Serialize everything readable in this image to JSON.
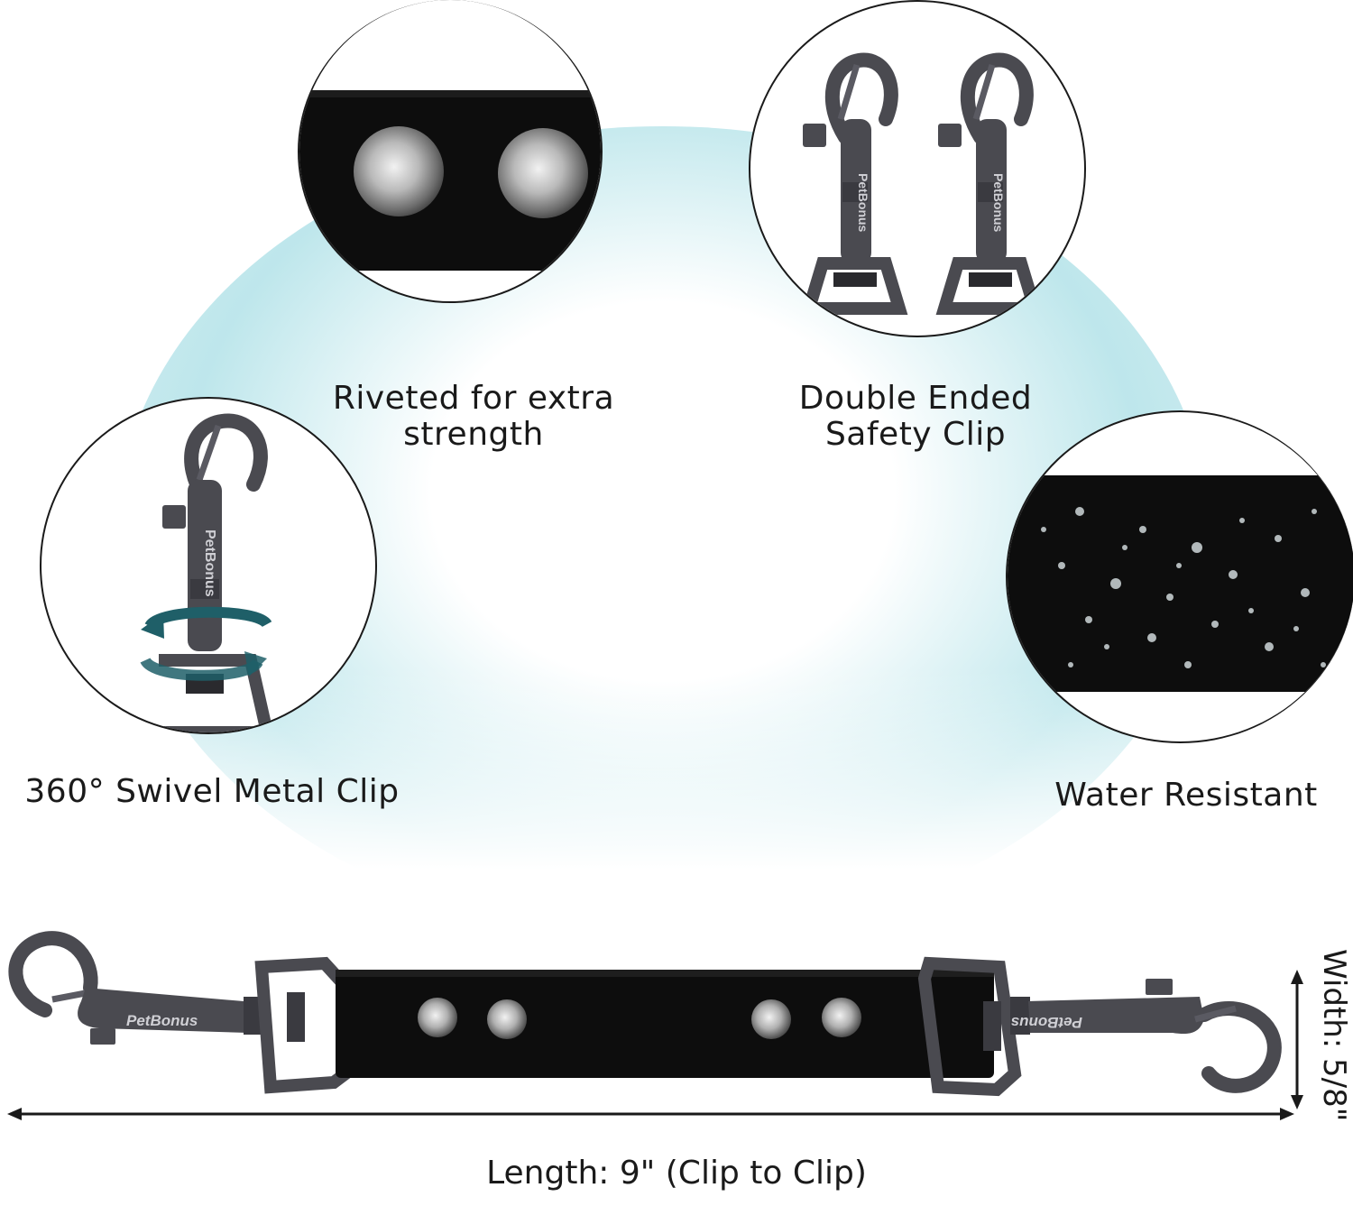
{
  "features": {
    "rivet_label": "Riveted for extra\nstrength",
    "clip_label": "Double Ended\nSafety Clip",
    "swivel_label": "360° Swivel Metal Clip",
    "water_label": "Water Resistant"
  },
  "brand": {
    "name": "PetBonus"
  },
  "dimensions": {
    "length_label": "Length: 9\" (Clip to Clip)",
    "width_label": "Width: 5/8\""
  },
  "colors": {
    "metal": "#4a4a50",
    "strap": "#0d0d0d",
    "glow": "#a8dde4",
    "swivel_arrow": "#1f5f68"
  }
}
